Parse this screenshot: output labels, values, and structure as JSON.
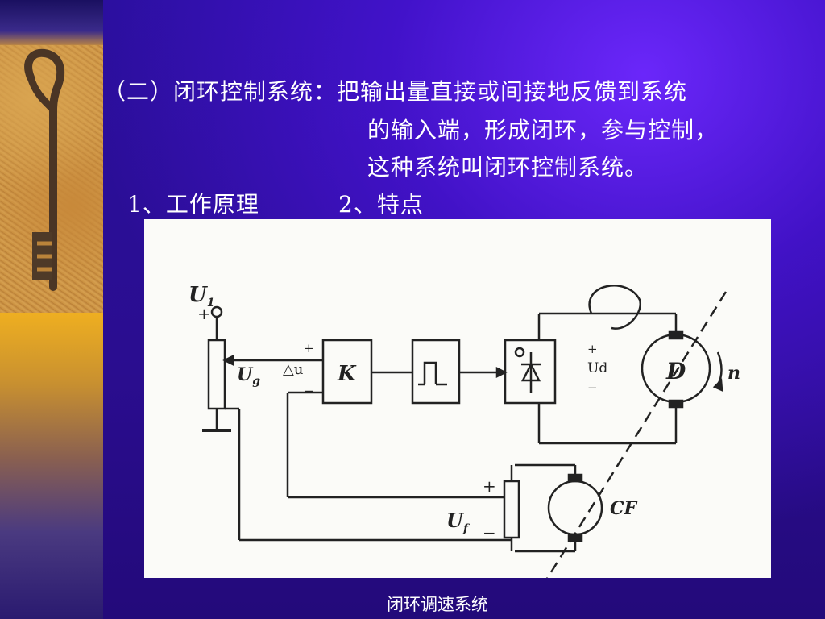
{
  "slide": {
    "heading_prefix": "（二）闭环控制系统：",
    "definition_line1": "把输出量直接或间接地反馈到系统",
    "definition_line2": "的输入端，形成闭环，参与控制，",
    "definition_line3": "这种系统叫闭环控制系统。",
    "item1": "1、工作原理",
    "item2": "2、特点",
    "caption": "闭环调速系统"
  },
  "diagram": {
    "u1": "U",
    "u1_sub": "1",
    "ug": "U",
    "ug_sub": "g",
    "delta_u": "△u",
    "k": "K",
    "plus": "+",
    "minus": "−",
    "ud": "Ud",
    "d": "D",
    "n": "n",
    "uf": "U",
    "uf_sub": "f",
    "cf": "CF"
  },
  "colors": {
    "background": "#2a0f9e",
    "text": "#ffffff",
    "left_bar_gold": "#f0b020"
  },
  "icons": {
    "key_photo": "antique-key-image"
  }
}
